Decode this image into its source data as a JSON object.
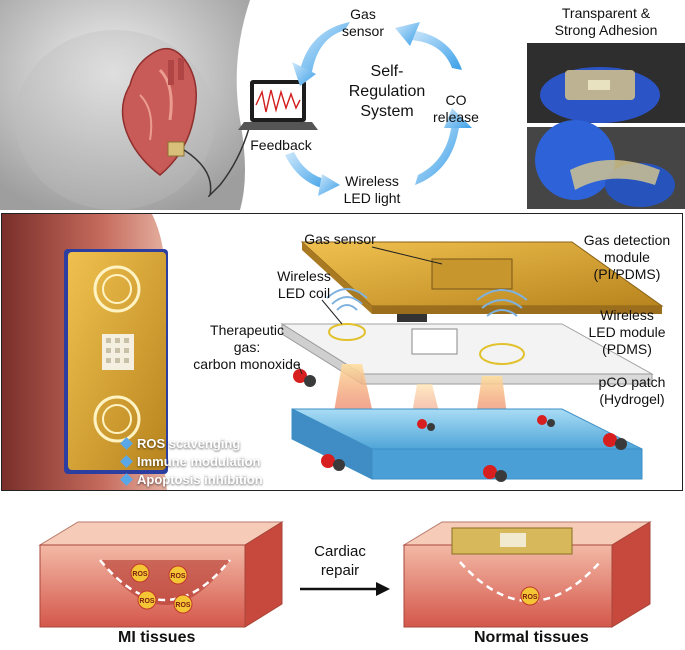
{
  "top_panel": {
    "cycle": {
      "center_label": "Self-\nRegulation\nSystem",
      "gas_sensor": "Gas\nsensor",
      "co_release": "CO\nrelease",
      "wireless_led": "Wireless\nLED light",
      "feedback": "Feedback"
    },
    "adhesion_title": "Transparent &\nStrong Adhesion"
  },
  "middle_panel": {
    "labels_left": {
      "gas_sensor": "Gas sensor",
      "led_coil": "Wireless\nLED coil",
      "therapeutic_gas": "Therapeutic\ngas:\ncarbon monoxide"
    },
    "labels_right": {
      "gas_detection": "Gas detection\nmodule\n(PI/PDMS)",
      "wireless_led_module": "Wireless\nLED module\n(PDMS)",
      "pco_patch": "pCO patch\n(Hydrogel)"
    },
    "effects": [
      "ROS scavenging",
      "Immune modulation",
      "Apoptosis inhibition"
    ],
    "colors": {
      "accent": "#5aa7e8",
      "gas_module": "#d9a431",
      "hydrogel": "#7cc3ea",
      "co_red": "#d81f1f"
    }
  },
  "bottom_panel": {
    "arrow_label": "Cardiac\nrepair",
    "left_label": "MI tissues",
    "right_label": "Normal tissues",
    "ros_badge": "ROS",
    "ros_count_left": 4,
    "ros_count_right": 1
  }
}
